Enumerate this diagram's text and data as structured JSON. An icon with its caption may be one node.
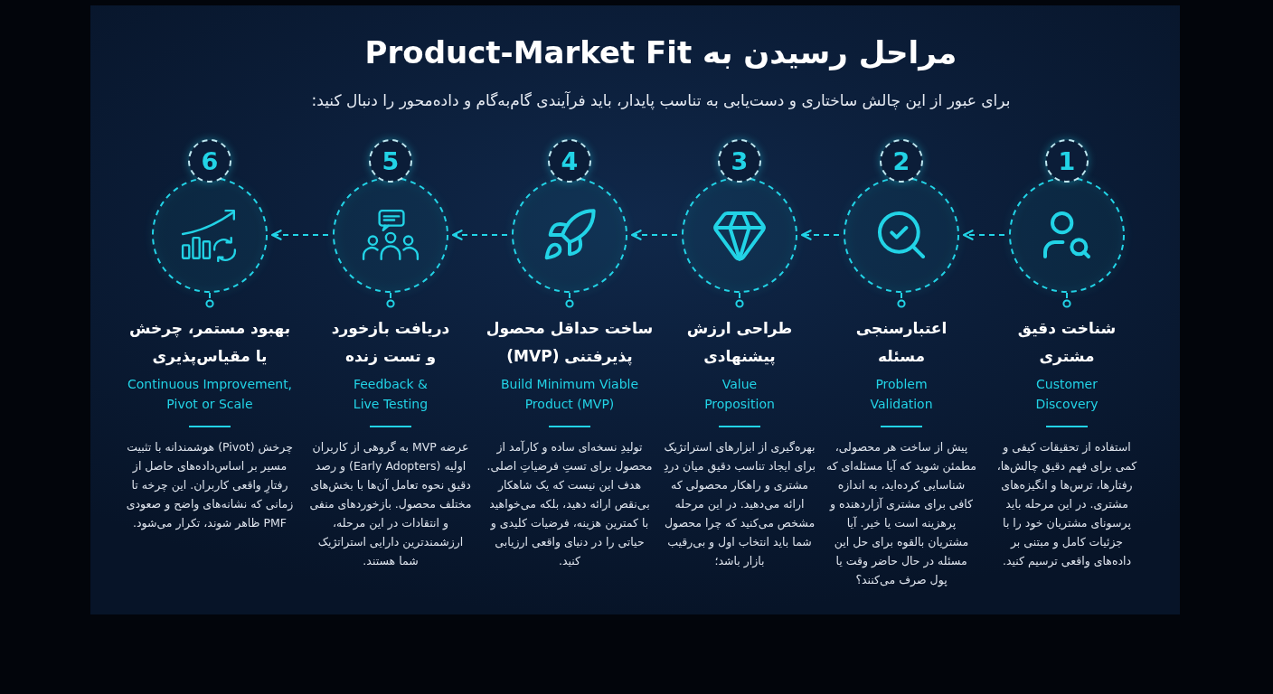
{
  "diagram": {
    "title": "مراحل رسیدن به Product-Market Fit",
    "nodes": [
      {
        "text": [
          "1"
        ]
      },
      {
        "text": [],
        "shape": "circle"
      },
      {
        "text": [
          "شناخت دقیق مشتری",
          "Customer Discovery",
          "استفاده از تحقیقات کیفی و کمی برای فهم دقیق چالش‌ها، رفتارها، ترس‌ها و انگیزه‌های مشتری. در این مرحله باید پرسونای مشتریان خود را با جزئیات کامل و مبتنی بر داده‌های واقعی ترسیم کنید."
        ]
      },
      {
        "text": [
          "2"
        ]
      },
      {
        "text": [],
        "shape": "circle"
      },
      {
        "text": [
          "اعتبارسنجی مسئله",
          "Problem Validation",
          "پیش از ساخت هر محصولی، مطمئن شوید که آیا مسئله‌ای که شناسایی کرده‌اید، به اندازه کافی برای مشتری آزاردهنده و پرهزینه است یا خیر. آیا مشتریان بالقوه برای حل این مسئله در حال حاضر وقت یا پول صرف می‌کنند؟"
        ]
      },
      {
        "text": [
          "3"
        ]
      },
      {
        "text": [],
        "shape": "circle"
      },
      {
        "text": [
          "طراحی ارزش پیشنهادی",
          "Value Proposition",
          "بهره‌گیری از ابزارهای استراتژیک برای ایجاد تناسب دقیق میان دردِ مشتری و راهکار محصولی که ارائه می‌دهید. در این مرحله مشخص می‌کنید که چرا محصول شما باید انتخاب اول و بی‌رقیب بازار باشد؛"
        ]
      },
      {
        "text": [
          "4"
        ]
      },
      {
        "text": [],
        "shape": "circle"
      },
      {
        "text": [
          "ساخت حداقل محصول پذیرفتنی (MVP)",
          "Build Minimum Viable Product (MVP)",
          "تولیدِ نسخه‌ای ساده و کارآمد از محصول برای تستِ فرضیاتِ اصلی. هدف این نیست که یک شاهکار بی‌نقص ارائه دهید، بلکه می‌خواهید با کمترین هزینه، فرضیات کلیدی و حیاتی را در دنیای واقعی ارزیابی کنید."
        ]
      },
      {
        "text": [
          "5"
        ]
      },
      {
        "text": [],
        "shape": "circle"
      },
      {
        "text": [
          "دریافت بازخورد و تست زنده",
          "Feedback & Live Testing",
          "عرضه MVP به گروهی از کاربران اولیه (Early Adopters) و رصد دقیق نحوه تعامل آن‌ها با بخش‌های مختلف محصول. بازخوردهای منفی و انتقادات در این مرحله، ارزشمندترین دارایی استراتژیک شما هستند."
        ]
      },
      {
        "text": [
          "6"
        ]
      },
      {
        "text": [],
        "shape": "circle"
      },
      {
        "text": [
          "بهبود مستمر، چرخش یا مقیاس‌پذیری",
          "Continuous Improvement, Pivot or Scale",
          "چرخش (Pivot) هوشمندانه با تثبیت مسیر بر اساس‌داده‌های حاصل از رفتارِ واقعی کاربران. این چرخه تا زمانی که نشانه‌های واضح و صعودی PMF ظاهر شوند، تکرار می‌شود."
        ]
      }
    ],
    "edges": [
      {
        "from": 1,
        "to": 2,
        "arrow": "other",
        "style": "dashed"
      },
      {
        "from": 4,
        "to": 5,
        "arrow": "other",
        "style": "dashed"
      },
      {
        "from": 7,
        "to": 8,
        "arrow": "other",
        "style": "dashed"
      },
      {
        "from": 10,
        "to": 11,
        "arrow": "other",
        "style": "dashed"
      },
      {
        "from": 13,
        "to": 14,
        "arrow": "other",
        "style": "dashed"
      },
      {
        "from": 16,
        "to": 17,
        "arrow": "other",
        "style": "dashed"
      },
      {
        "from": 1,
        "to": 4,
        "arrow": "to",
        "style": "dashed"
      },
      {
        "from": 4,
        "to": 7,
        "arrow": "to",
        "style": "dashed"
      },
      {
        "from": 7,
        "to": 10,
        "arrow": "to",
        "style": "dashed"
      },
      {
        "from": 10,
        "to": 13,
        "arrow": "to",
        "style": "dashed"
      },
      {
        "from": 13,
        "to": 16,
        "arrow": "to",
        "style": "dashed"
      }
    ],
    "labels": [
      "برای عبور از این چالش ساختاری و دست‌یابی به تناسب پایدار، باید فرآیندی گام‌به‌گام و داده‌محور را دنبال کنید:"
    ]
  }
}
